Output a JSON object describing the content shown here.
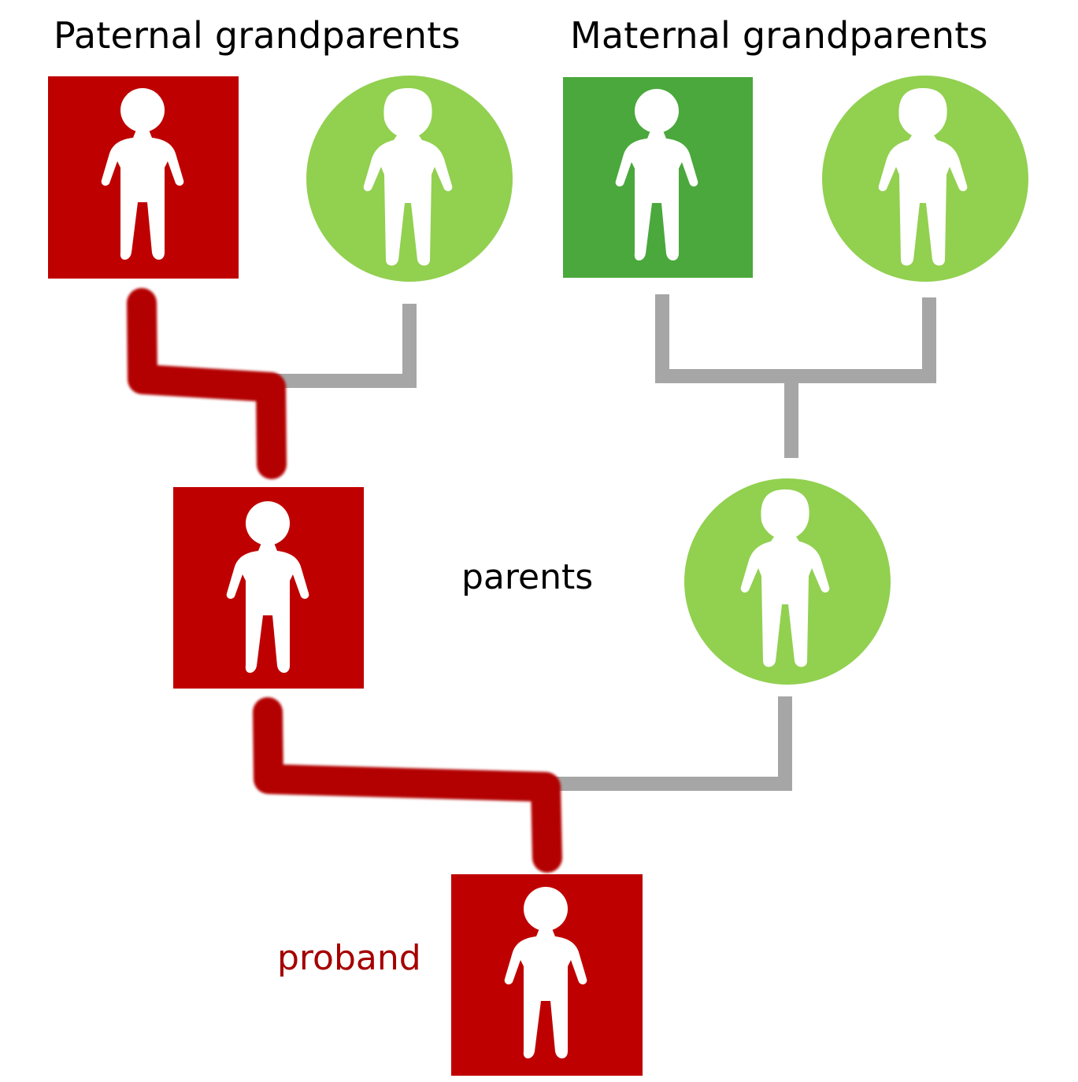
{
  "labels": {
    "paternal_grandparents": "Paternal grandparents",
    "maternal_grandparents": "Maternal grandparents",
    "parents": "parents",
    "proband": "proband"
  },
  "colors": {
    "affected": "#bf0000",
    "unaffected_female": "#92d050",
    "unaffected_male": "#4aa83c",
    "connector": "#a6a6a6",
    "inheritance_path": "#b30000",
    "label_text": "#000000",
    "proband_text": "#a50000",
    "figure_fill": "#ffffff"
  },
  "individuals": [
    {
      "id": "paternal-grandfather",
      "sex": "male",
      "status": "affected"
    },
    {
      "id": "paternal-grandmother",
      "sex": "female",
      "status": "unaffected"
    },
    {
      "id": "maternal-grandfather",
      "sex": "male",
      "status": "unaffected"
    },
    {
      "id": "maternal-grandmother",
      "sex": "female",
      "status": "unaffected"
    },
    {
      "id": "father",
      "sex": "male",
      "status": "affected"
    },
    {
      "id": "mother",
      "sex": "female",
      "status": "unaffected"
    },
    {
      "id": "proband",
      "sex": "male",
      "status": "affected"
    }
  ]
}
